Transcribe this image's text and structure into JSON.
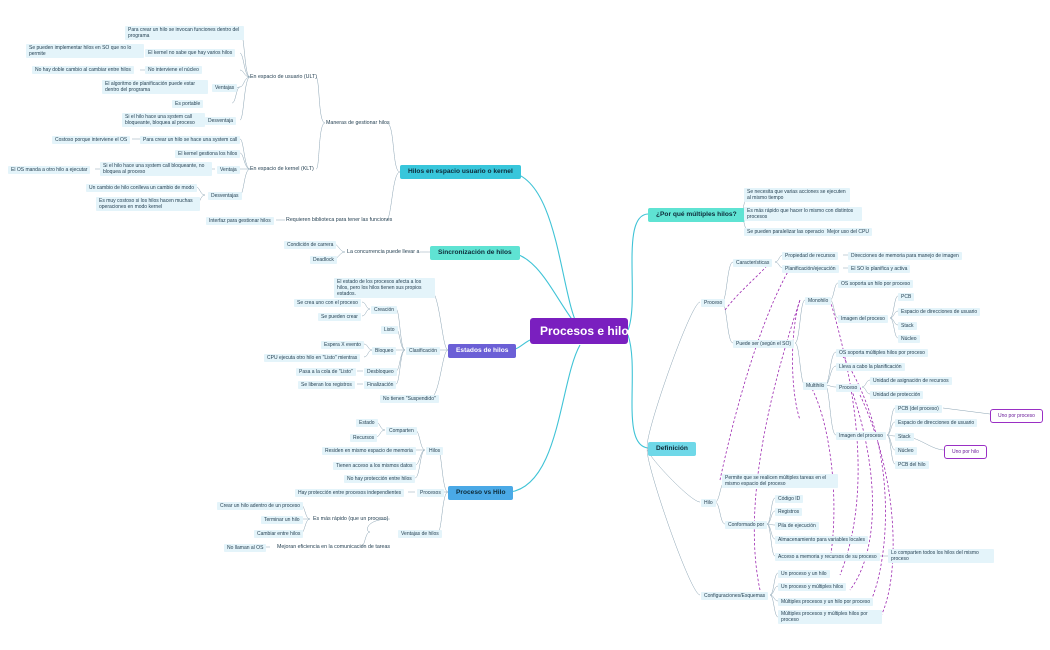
{
  "root": "Procesos e hilos",
  "topics": {
    "hilos_kernel": "Hilos en espacio usuario o kernel",
    "sincronizacion": "Sincronización de hilos",
    "estados": "Estados de hilos",
    "proceso_vs_hilo": "Proceso vs Hilo",
    "por_que": "¿Por qué múltiples hilos?",
    "definicion": "Definición"
  },
  "hilos_kernel": {
    "maneras": "Maneras de gestionar hilos",
    "ult": "En espacio de usuario (ULT)",
    "ult_items": [
      "Para crear un hilo se invocan funciones dentro del programa",
      "El kernel no sabe que hay varios hilos",
      "Se pueden implementar hilos en SO que no lo permite",
      "No interviene el núcleo",
      "No hay doble cambio al cambiar entre hilos",
      "Ventajas",
      "El algoritmo de planificación puede estar dentro del programa",
      "Es portable",
      "Desventaja",
      "Si el hilo hace una system call bloqueante, bloquea al proceso"
    ],
    "klt": "En espacio de kernel (KLT)",
    "klt_items": [
      "Para crear un hilo se hace una system call",
      "Costoso porque interviene el OS",
      "El kernel gestiona los hilos",
      "Ventaja",
      "Si el hilo hace una system call bloqueante, no bloquea al proceso",
      "El OS manda a otro hilo a ejecutar",
      "Desventajas",
      "Un cambio de hilo conlleva un cambio de modo",
      "Es muy costoso si los hilos hacen muchas operaciones en modo kernel"
    ],
    "biblioteca": "Requieren biblioteca para tener las funciones",
    "interfaz": "Interfaz para gestionar hilos"
  },
  "sincronizacion": {
    "concurrencia": "La concurrencia puede llevar a",
    "items": [
      "Condición de carrera",
      "Deadlock"
    ]
  },
  "estados": {
    "intro": "El estado de los procesos afecta a los hilos, pero los hilos tienen sus propios estados.",
    "clasificacion": "Clasificación",
    "creacion": "Creación",
    "creacion_items": [
      "Se crea uno con el proceso",
      "Se pueden crear"
    ],
    "listo": "Listo",
    "bloqueo": "Bloqueo",
    "bloqueo_items": [
      "Espera X evento",
      "CPU ejecuta otro hilo en \"Listo\" mientras"
    ],
    "desbloqueo": "Desbloqueo",
    "desbloqueo_item": "Pasa a la cola de \"Listo\"",
    "finalizacion": "Finalización",
    "finalizacion_item": "Se liberan los registros",
    "no_suspendido": "No tienen \"Suspendido\""
  },
  "proceso_vs_hilo": {
    "hilos": "Hilos",
    "compartan": "Comparten",
    "compartan_items": [
      "Estado",
      "Recursos"
    ],
    "hilos_items": [
      "Residen en mismo espacio de memoria",
      "Tienen acceso a los mismos datos",
      "No hay protección entre hilos"
    ],
    "procesos": "Procesos",
    "procesos_item": "Hay protección entre procesos independientes",
    "ventajas": "Ventajas de hilos",
    "rapido": "Es más rápido (que un proceso)",
    "rapido_items": [
      "Crear un hilo adentro de un proceso",
      "Terminar un hilo",
      "Cambiar entre hilos"
    ],
    "mejoran": "Mejoran eficiencia en la comunicación de tareas",
    "no_llaman": "No llaman al OS"
  },
  "por_que": {
    "items": [
      "Se necesita que varias acciones se ejecuten al mismo tiempo",
      "Es más rápido que hacer lo mismo con distintos procesos",
      "Se pueden paralelizar las operaciones"
    ],
    "cpu": "Mejor uso del CPU"
  },
  "definicion": {
    "proceso": "Proceso",
    "caracteristicas": "Características",
    "propiedad": "Propiedad de recursos",
    "direcciones": "Direcciones de memoria para manejo de imagen",
    "planificacion": "Planificación/ejecución",
    "planifica": "El SO lo planifica y activa",
    "puede_ser": "Puede ser (según el SO)",
    "monohilo": "Monohilo",
    "mono_items": [
      "OS soporta un hilo por proceso",
      "Imagen del proceso",
      "PCB",
      "Espacio de direcciones de usuario",
      "Stack",
      "Núcleo"
    ],
    "multihilo": "Multihilo",
    "multi_items": [
      "OS soporta múltiples hilos por proceso",
      "Lleva a cabo la planificación",
      "Proceso",
      "Unidad de asignación de recursos",
      "Unidad de protección",
      "Imagen del proceso",
      "PCB (del proceso)",
      "Espacio de direcciones de usuario",
      "Stack",
      "Núcleo",
      "PCB del hilo"
    ],
    "uno_por_proceso": "Uno por proceso",
    "uno_por_hilo": "Uno por hilo",
    "hilo": "Hilo",
    "hilo_def": "Permite que se realicen múltiples tareas en el mismo espacio del proceso",
    "conformado": "Conformado por",
    "conformado_items": [
      "Código ID",
      "Registros",
      "Pila de ejecución",
      "Almacenamiento para variables locales",
      "Acceso a memoria y recursos de su proceso"
    ],
    "comparten": "Lo comparten todos los hilos del mismo proceso",
    "configuraciones": "Configuraciones/Esquemas",
    "config_items": [
      "Un proceso y un hilo",
      "Un proceso y múltiples hilos",
      "Múltiples procesos y un hilo por proceso",
      "Múltiples procesos y múltiples hilos por proceso"
    ]
  },
  "colors": {
    "root": "#7a1fbf",
    "branch": "#3fc3d6",
    "dashed": "#9c27b0"
  }
}
